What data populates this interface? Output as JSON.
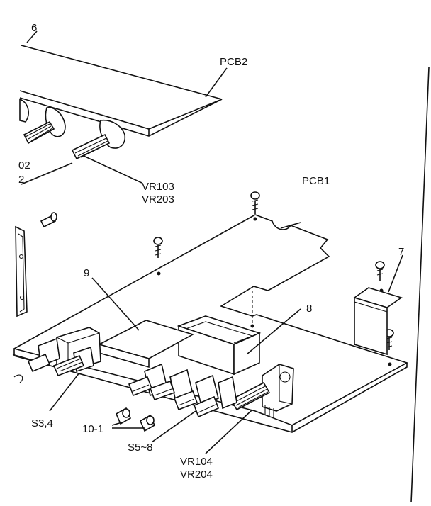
{
  "labels": {
    "part_6": "6",
    "pcb2": "PCB2",
    "vr102_partial": "02",
    "vr202_partial": "2",
    "vr103": "VR103",
    "vr203": "VR203",
    "pcb1": "PCB1",
    "part_9": "9",
    "part_7": "7",
    "part_8": "8",
    "s3_4": "S3,4",
    "part_10_1": "10-1",
    "s5_8": "S5~8",
    "vr104": "VR104",
    "vr204": "VR204"
  }
}
